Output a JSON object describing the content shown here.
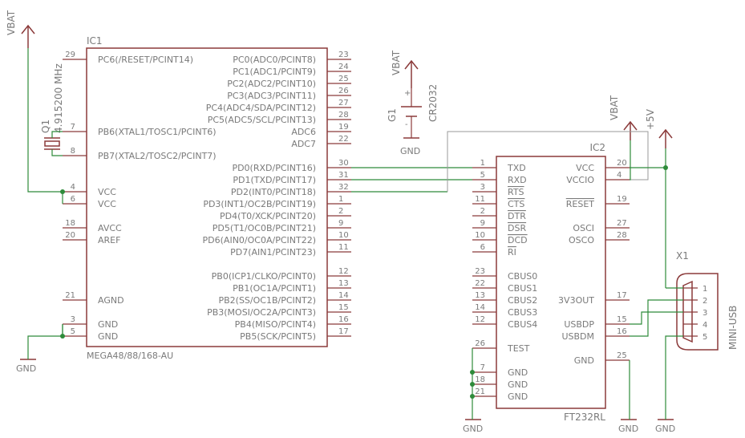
{
  "ic1": {
    "name": "IC1",
    "part": "MEGA48/88/168-AU",
    "left_pins": [
      {
        "num": "29",
        "label": "PC6(/RESET/PCINT14)"
      },
      {
        "num": "7",
        "label": "PB6(XTAL1/TOSC1/PCINT6)"
      },
      {
        "num": "8",
        "label": "PB7(XTAL2/TOSC2/PCINT7)"
      },
      {
        "num": "4",
        "label": "VCC"
      },
      {
        "num": "6",
        "label": "VCC"
      },
      {
        "num": "18",
        "label": "AVCC"
      },
      {
        "num": "20",
        "label": "AREF"
      },
      {
        "num": "21",
        "label": "AGND"
      },
      {
        "num": "3",
        "label": "GND"
      },
      {
        "num": "5",
        "label": "GND"
      }
    ],
    "right_pins": [
      {
        "num": "23",
        "label": "PC0(ADC0/PCINT8)"
      },
      {
        "num": "24",
        "label": "PC1(ADC1/PCINT9)"
      },
      {
        "num": "25",
        "label": "PC2(ADC2/PCINT10)"
      },
      {
        "num": "26",
        "label": "PC3(ADC3/PCINT11)"
      },
      {
        "num": "27",
        "label": "PC4(ADC4/SDA/PCINT12)"
      },
      {
        "num": "28",
        "label": "PC5(ADC5/SCL/PCINT13)"
      },
      {
        "num": "19",
        "label": "ADC6"
      },
      {
        "num": "22",
        "label": "ADC7"
      },
      {
        "num": "30",
        "label": "PD0(RXD/PCINT16)"
      },
      {
        "num": "31",
        "label": "PD1(TXD/PCINT17)"
      },
      {
        "num": "32",
        "label": "PD2(INT0/PCINT18)"
      },
      {
        "num": "1",
        "label": "PD3(INT1/OC2B/PCINT19)"
      },
      {
        "num": "2",
        "label": "PD4(T0/XCK/PCINT20)"
      },
      {
        "num": "9",
        "label": "PD5(T1/OC0B/PCINT21)"
      },
      {
        "num": "10",
        "label": "PD6(AIN0/OC0A/PCINT22)"
      },
      {
        "num": "11",
        "label": "PD7(AIN1/PCINT23)"
      },
      {
        "num": "12",
        "label": "PB0(ICP1/CLKO/PCINT0)"
      },
      {
        "num": "13",
        "label": "PB1(OC1A/PCINT1)"
      },
      {
        "num": "14",
        "label": "PB2(SS/OC1B/PCINT2)"
      },
      {
        "num": "15",
        "label": "PB3(MOSI/OC2A/PCINT3)"
      },
      {
        "num": "16",
        "label": "PB4(MISO/PCINT4)"
      },
      {
        "num": "17",
        "label": "PB5(SCK/PCINT5)"
      }
    ]
  },
  "ic2": {
    "name": "IC2",
    "part": "FT232RL",
    "left_pins": [
      {
        "num": "1",
        "label": "TXD",
        "bar": false
      },
      {
        "num": "5",
        "label": "RXD",
        "bar": false
      },
      {
        "num": "3",
        "label": "RTS",
        "bar": true
      },
      {
        "num": "11",
        "label": "CTS",
        "bar": true
      },
      {
        "num": "2",
        "label": "DTR",
        "bar": true
      },
      {
        "num": "9",
        "label": "DSR",
        "bar": true
      },
      {
        "num": "10",
        "label": "DCD",
        "bar": true
      },
      {
        "num": "6",
        "label": "RI",
        "bar": true
      },
      {
        "num": "23",
        "label": "CBUS0",
        "bar": false
      },
      {
        "num": "22",
        "label": "CBUS1",
        "bar": false
      },
      {
        "num": "13",
        "label": "CBUS2",
        "bar": false
      },
      {
        "num": "14",
        "label": "CBUS3",
        "bar": false
      },
      {
        "num": "12",
        "label": "CBUS4",
        "bar": false
      },
      {
        "num": "26",
        "label": "TEST",
        "bar": false
      },
      {
        "num": "7",
        "label": "GND",
        "bar": false
      },
      {
        "num": "18",
        "label": "GND",
        "bar": false
      },
      {
        "num": "21",
        "label": "GND",
        "bar": false
      }
    ],
    "right_pins": [
      {
        "num": "20",
        "label": "VCC",
        "bar": false
      },
      {
        "num": "4",
        "label": "VCCIO",
        "bar": false
      },
      {
        "num": "19",
        "label": "RESET",
        "bar": true
      },
      {
        "num": "27",
        "label": "OSCI",
        "bar": false
      },
      {
        "num": "28",
        "label": "OSCO",
        "bar": false
      },
      {
        "num": "17",
        "label": "3V3OUT",
        "bar": false
      },
      {
        "num": "15",
        "label": "USBDP",
        "bar": false
      },
      {
        "num": "16",
        "label": "USBDM",
        "bar": false
      },
      {
        "num": "25",
        "label": "GND",
        "bar": false
      }
    ]
  },
  "x1": {
    "name": "X1",
    "part": "MINI-USB",
    "pins": [
      "1",
      "2",
      "3",
      "4",
      "5"
    ]
  },
  "q1": {
    "name": "Q1",
    "value": "4.915200 MHz"
  },
  "g1": {
    "name": "G1",
    "value": "CR2032"
  },
  "supplies": {
    "vbat": "VBAT",
    "plus5v": "+5V",
    "gnd": "GND"
  },
  "colors": {
    "component": "#8b3a3a",
    "wire": "#2e8b3a",
    "text": "#7a7a7a"
  }
}
